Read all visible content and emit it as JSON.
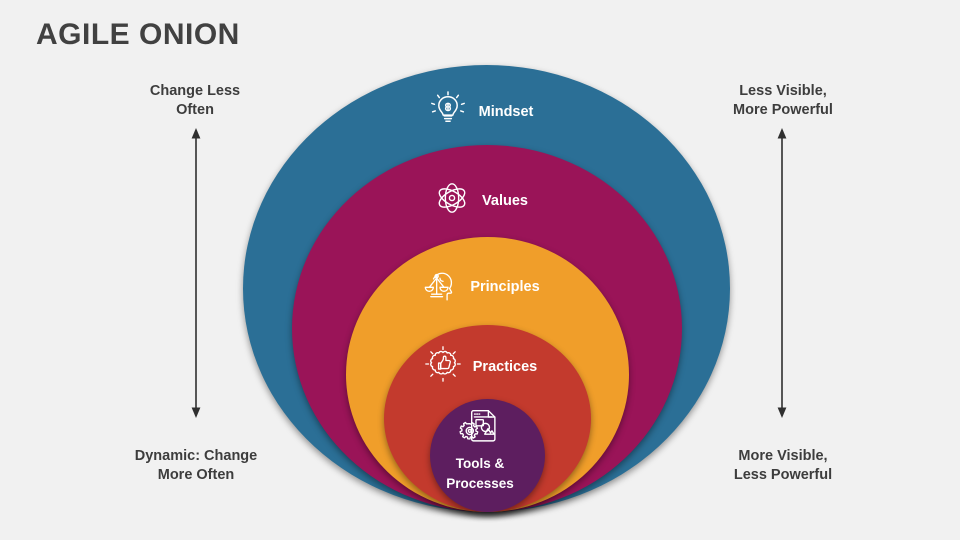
{
  "slide": {
    "title": "AGILE ONION",
    "background_color": "#f1f1f1",
    "title_color": "#414141"
  },
  "annotations": {
    "top_left": "Change Less\nOften",
    "bottom_left": "Dynamic: Change\nMore Often",
    "top_right": "Less Visible,\nMore Powerful",
    "bottom_right": "More Visible,\nLess Powerful",
    "arrow_color": "#2f2f2f"
  },
  "onion": {
    "layers": [
      {
        "label": "Mindset",
        "icon": "lightbulb-brain-icon",
        "color": "#2B6F96",
        "order": 1
      },
      {
        "label": "Values",
        "icon": "atom-icon",
        "color": "#9A1458",
        "order": 2
      },
      {
        "label": "Principles",
        "icon": "head-balance-scales-icon",
        "color": "#F09E2A",
        "order": 3
      },
      {
        "label": "Practices",
        "icon": "thumbs-up-burst-icon",
        "color": "#C33A2D",
        "order": 4
      },
      {
        "label": "Tools &\nProcesses",
        "label_line_1": "Tools &",
        "label_line_2": "Processes",
        "icon": "gear-document-icon",
        "color": "#5D1E5F",
        "order": 5
      }
    ]
  }
}
